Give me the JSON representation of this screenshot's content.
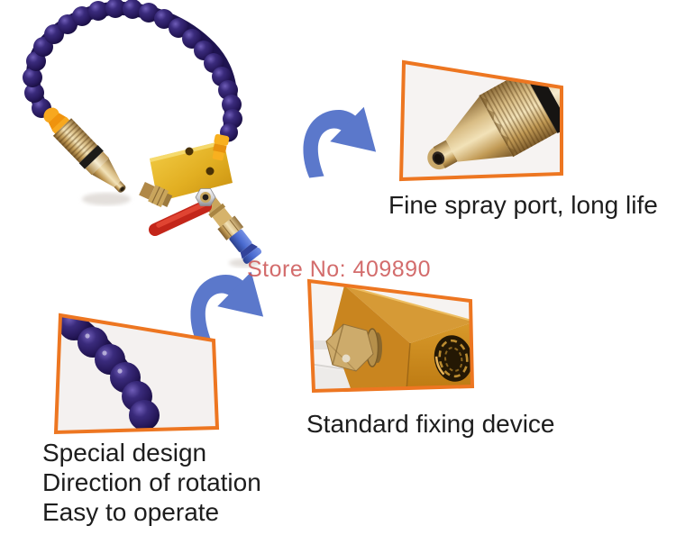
{
  "watermark": {
    "text": "Store No: 409890",
    "color": "#cb5252"
  },
  "callouts": {
    "nozzle": {
      "caption": "Fine spray port, long life"
    },
    "fixing": {
      "caption": "Standard fixing device"
    },
    "hose": {
      "lines": [
        "Special design",
        "Direction of rotation",
        "Easy to operate"
      ]
    }
  },
  "colors": {
    "panel_border_orange": "#ed7621",
    "arrow_blue": "#5b78cb",
    "hose_dark_purple": "#2c2063",
    "brass": "#c9a55c",
    "gold_block": "#e3b52a",
    "lever_red": "#c3261a",
    "fitting_blue": "#4a6bd0",
    "connector_yellow": "#f7a81f",
    "caption_text": "#1d1d1d"
  }
}
